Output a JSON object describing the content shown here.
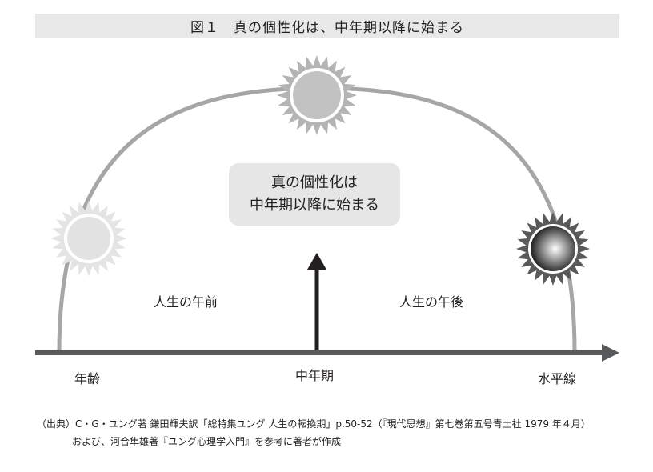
{
  "title": "図１　真の個性化は、中年期以降に始まる",
  "center_box": {
    "line1": "真の個性化は",
    "line2": "中年期以降に始まる"
  },
  "labels": {
    "morning": "人生の午前",
    "afternoon": "人生の午後",
    "age": "年齢",
    "midlife": "中年期",
    "horizon": "水平線"
  },
  "source": {
    "prefix": "（出典）",
    "line1": "C・G・ユング著 鎌田輝夫訳「総特集ユング 人生の転換期」p.50-52（『現代思想』第七巻第五号青土社 1979 年４月）",
    "line2": "および、河合隼雄著『ユング心理学入門』を参考に著者が作成"
  },
  "colors": {
    "arc": "#a6a6a6",
    "axis": "#58595b",
    "arrow": "#231f20",
    "box": "#e6e6e6",
    "title_bg": "#e8e8e8"
  },
  "icons": [
    "rising-sun-icon",
    "noon-sun-icon",
    "setting-sun-icon"
  ]
}
